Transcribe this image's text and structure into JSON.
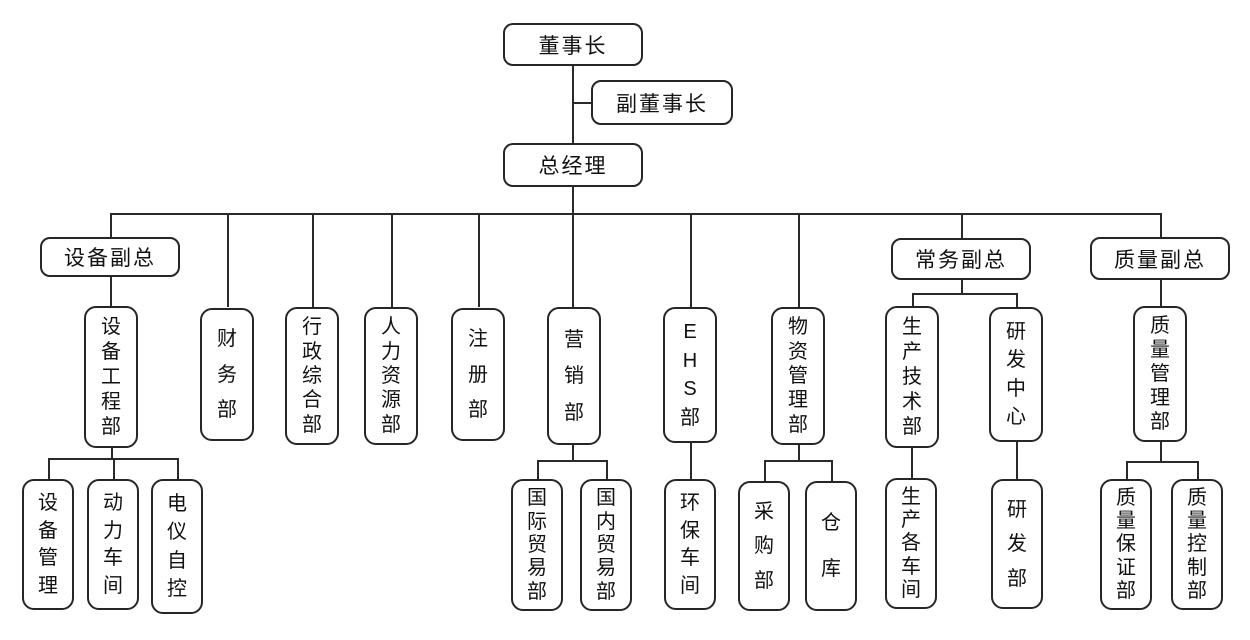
{
  "org_chart": {
    "nodes": {
      "chairman": "董事长",
      "vice_chairman": "副董事长",
      "general_manager": "总经理",
      "equipment_vp": "设备副总",
      "equipment_engineering": "设备工程部",
      "equipment_mgmt": "设备管理",
      "power_workshop": "动力车间",
      "electrical_auto": "电仪自控",
      "finance": "财务部",
      "admin_general": "行政综合部",
      "hr": "人力资源部",
      "registration": "注册部",
      "marketing": "营销部",
      "intl_trade": "国际贸易部",
      "domestic_trade": "国内贸易部",
      "ehs": "EHS部",
      "env_workshop": "环保车间",
      "materials_mgmt": "物资管理部",
      "procurement": "采购部",
      "warehouse": "仓库",
      "executive_vp": "常务副总",
      "production_tech": "生产技术部",
      "production_workshops": "生产各车间",
      "rnd_center": "研发中心",
      "rnd_dept": "研发部",
      "quality_vp": "质量副总",
      "quality_mgmt": "质量管理部",
      "quality_assurance": "质量保证部",
      "quality_control": "质量控制部"
    },
    "hierarchy": {
      "chairman": {
        "assistant": "vice_chairman",
        "reports": [
          "general_manager"
        ]
      },
      "general_manager": {
        "reports": [
          "equipment_vp",
          "finance",
          "admin_general",
          "hr",
          "registration",
          "marketing",
          "ehs",
          "materials_mgmt",
          "executive_vp",
          "quality_vp"
        ]
      },
      "equipment_vp": {
        "reports": [
          "equipment_engineering"
        ]
      },
      "equipment_engineering": {
        "reports": [
          "equipment_mgmt",
          "power_workshop",
          "electrical_auto"
        ]
      },
      "marketing": {
        "reports": [
          "intl_trade",
          "domestic_trade"
        ]
      },
      "ehs": {
        "reports": [
          "env_workshop"
        ]
      },
      "materials_mgmt": {
        "reports": [
          "procurement",
          "warehouse"
        ]
      },
      "executive_vp": {
        "reports": [
          "production_tech",
          "rnd_center"
        ]
      },
      "production_tech": {
        "reports": [
          "production_workshops"
        ]
      },
      "rnd_center": {
        "reports": [
          "rnd_dept"
        ]
      },
      "quality_vp": {
        "reports": [
          "quality_mgmt"
        ]
      },
      "quality_mgmt": {
        "reports": [
          "quality_assurance",
          "quality_control"
        ]
      }
    },
    "colors": {
      "box_border": "#262626",
      "box_fill": "#ffffff",
      "line": "#2a2a2a",
      "text": "#111111",
      "background": "#ffffff"
    }
  }
}
